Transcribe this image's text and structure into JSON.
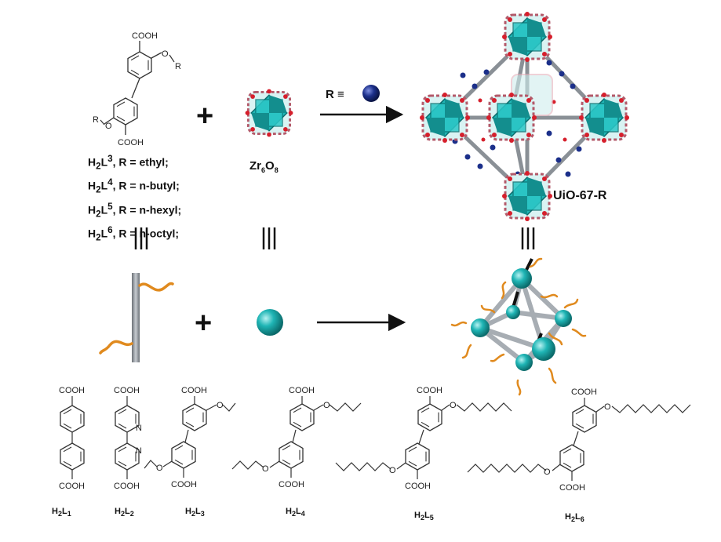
{
  "top_linker": {
    "cooh": "COOH",
    "r_label": "R",
    "definitions": [
      {
        "sub": "2",
        "sup": "3",
        "text": ", R = ethyl;"
      },
      {
        "sub": "2",
        "sup": "4",
        "text": ", R = n-butyl;"
      },
      {
        "sub": "2",
        "sup": "5",
        "text": ", R = n-hexyl;"
      },
      {
        "sub": "2",
        "sup": "6",
        "text": ", R = n-octyl;"
      }
    ]
  },
  "cluster": {
    "label_main": "Zr",
    "sub1": "6",
    "mid": "O",
    "sub2": "8"
  },
  "r_equiv": "R ≡",
  "framework": {
    "label": "UiO-67-R"
  },
  "symbols": {
    "plus": "+",
    "equiv": "|||"
  },
  "bottom_linkers": [
    {
      "base": "H",
      "sub": "2",
      "mid": "L",
      "num": "1",
      "cooh": "COOH"
    },
    {
      "base": "H",
      "sub": "2",
      "mid": "L",
      "num": "2",
      "cooh": "COOH",
      "n": "N"
    },
    {
      "base": "H",
      "sub": "2",
      "mid": "L",
      "num": "3",
      "cooh": "COOH"
    },
    {
      "base": "H",
      "sub": "2",
      "mid": "L",
      "num": "4",
      "cooh": "COOH"
    },
    {
      "base": "H",
      "sub": "2",
      "mid": "L",
      "num": "5",
      "cooh": "COOH"
    },
    {
      "base": "H",
      "sub": "2",
      "mid": "L",
      "num": "6",
      "cooh": "COOH"
    }
  ],
  "colors": {
    "teal": "#1fb5b5",
    "orange": "#e08a1e",
    "navy": "#1b2f8a",
    "red": "#d61f2c",
    "gray": "#9aa0a6"
  }
}
